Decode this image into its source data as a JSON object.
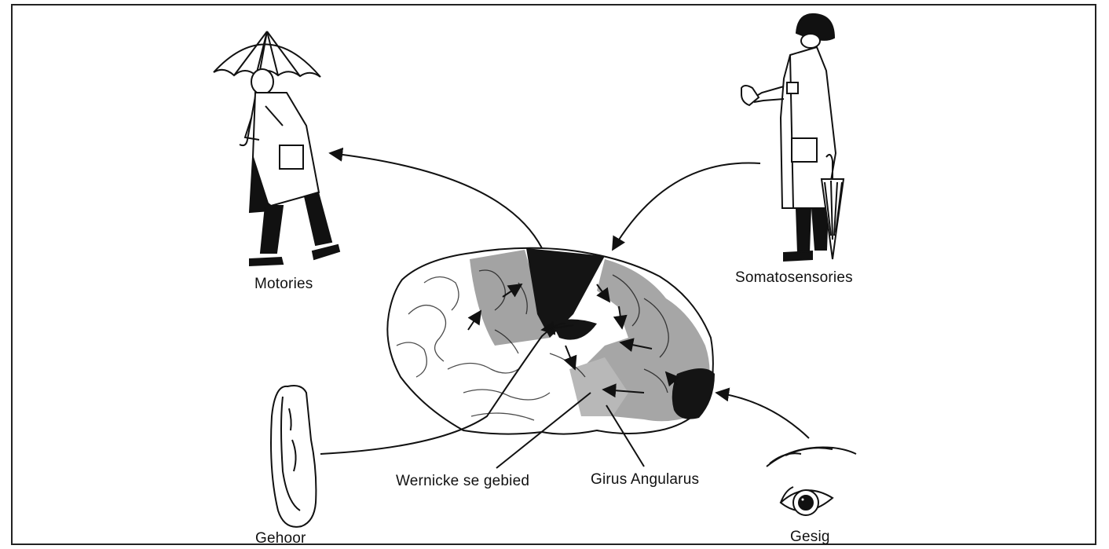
{
  "labels": {
    "motor": "Motories",
    "somatosensory": "Somatosensories",
    "hearing": "Gehoor",
    "vision": "Gesig",
    "wernicke": "Wernicke se gebied",
    "angular": "Girus Angularus"
  },
  "icons": {
    "umbrella_walker": "person-walking-with-open-umbrella-icon",
    "coat_standing": "person-in-coat-holding-closed-umbrella-icon",
    "ear": "ear-icon",
    "eye": "eye-icon",
    "brain": "brain-icon"
  },
  "colors": {
    "ink": "#111111",
    "dark_region": "#151515",
    "grey_region": "#9a9a9a",
    "light_grey_region": "#bdbdbd",
    "paper": "#ffffff"
  }
}
